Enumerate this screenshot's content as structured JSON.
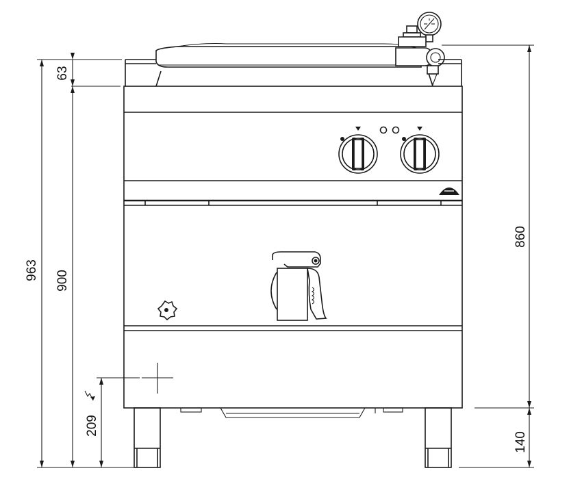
{
  "dimensions": {
    "overall_height": "963",
    "height_without_lid": "900",
    "lid_height": "63",
    "floor_to_outlet": "860",
    "connection_height": "209",
    "leg_height": "140"
  },
  "icons": {
    "electric_connection": "lightning-bolt-icon",
    "pressure_gauge": "pressure-gauge-icon",
    "warning": "warning-triangle-icon",
    "tap": "drain-tap-icon",
    "valve": "valve-knob-icon"
  }
}
